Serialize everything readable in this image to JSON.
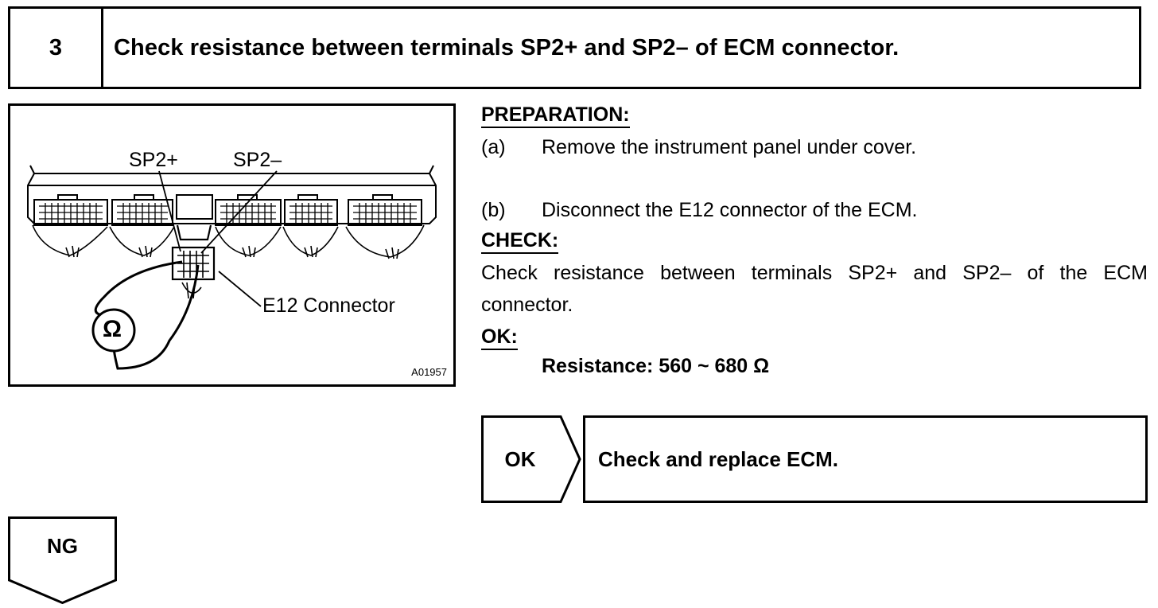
{
  "step": {
    "number": "3",
    "title": "Check resistance between terminals SP2+ and SP2– of ECM connector."
  },
  "figure": {
    "label_sp2_plus": "SP2+",
    "label_sp2_minus": "SP2–",
    "label_connector": "E12 Connector",
    "ohmmeter_symbol": "Ω",
    "figure_id": "A01957"
  },
  "preparation": {
    "heading": "PREPARATION:",
    "items": [
      {
        "tag": "(a)",
        "text": "Remove the instrument panel under cover."
      },
      {
        "tag": "(b)",
        "text": "Disconnect the E12 connector of the ECM."
      }
    ]
  },
  "check": {
    "heading": "CHECK:",
    "text": "Check resistance between terminals SP2+ and SP2– of the ECM connector."
  },
  "ok_spec": {
    "heading": "OK:",
    "text": "Resistance: 560 ~ 680 Ω"
  },
  "results": {
    "ok_label": "OK",
    "ok_action": "Check and replace ECM.",
    "ng_label": "NG"
  }
}
